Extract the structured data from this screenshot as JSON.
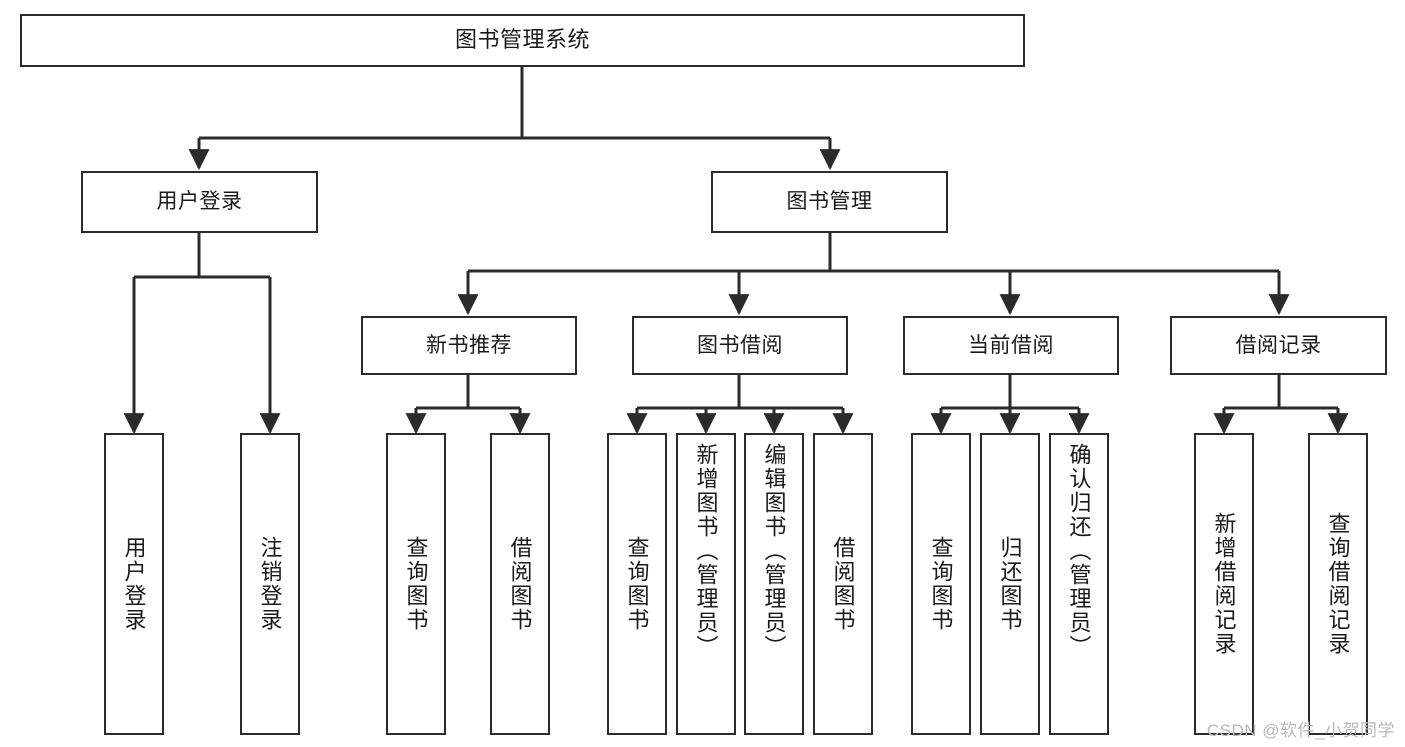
{
  "diagram": {
    "title": "图书管理系统",
    "watermark": "CSDN @软件_小贺同学",
    "accent_color": "#2b2b2b",
    "background_color": "#ffffff",
    "text_color": "#1a1a1a",
    "watermark_color": "#b9b9b9"
  },
  "nodes": {
    "root": {
      "label": "图书管理系统"
    },
    "level2": [
      {
        "label": "用户登录"
      },
      {
        "label": "图书管理"
      }
    ],
    "level3": [
      {
        "label": "新书推荐"
      },
      {
        "label": "图书借阅"
      },
      {
        "label": "当前借阅"
      },
      {
        "label": "借阅记录"
      }
    ],
    "leaves": {
      "user_login": [
        {
          "label": "用户登录"
        },
        {
          "label": "注销登录"
        }
      ],
      "new_book": [
        {
          "label": "查询图书"
        },
        {
          "label": "借阅图书"
        }
      ],
      "book_borrow": [
        {
          "label": "查询图书"
        },
        {
          "label": "新增图书（管理员）"
        },
        {
          "label": "编辑图书（管理员）"
        },
        {
          "label": "借阅图书"
        }
      ],
      "current_borrow": [
        {
          "label": "查询图书"
        },
        {
          "label": "归还图书"
        },
        {
          "label": "确认归还（管理员）"
        }
      ],
      "borrow_record": [
        {
          "label": "新增借阅记录"
        },
        {
          "label": "查询借阅记录"
        }
      ]
    }
  }
}
